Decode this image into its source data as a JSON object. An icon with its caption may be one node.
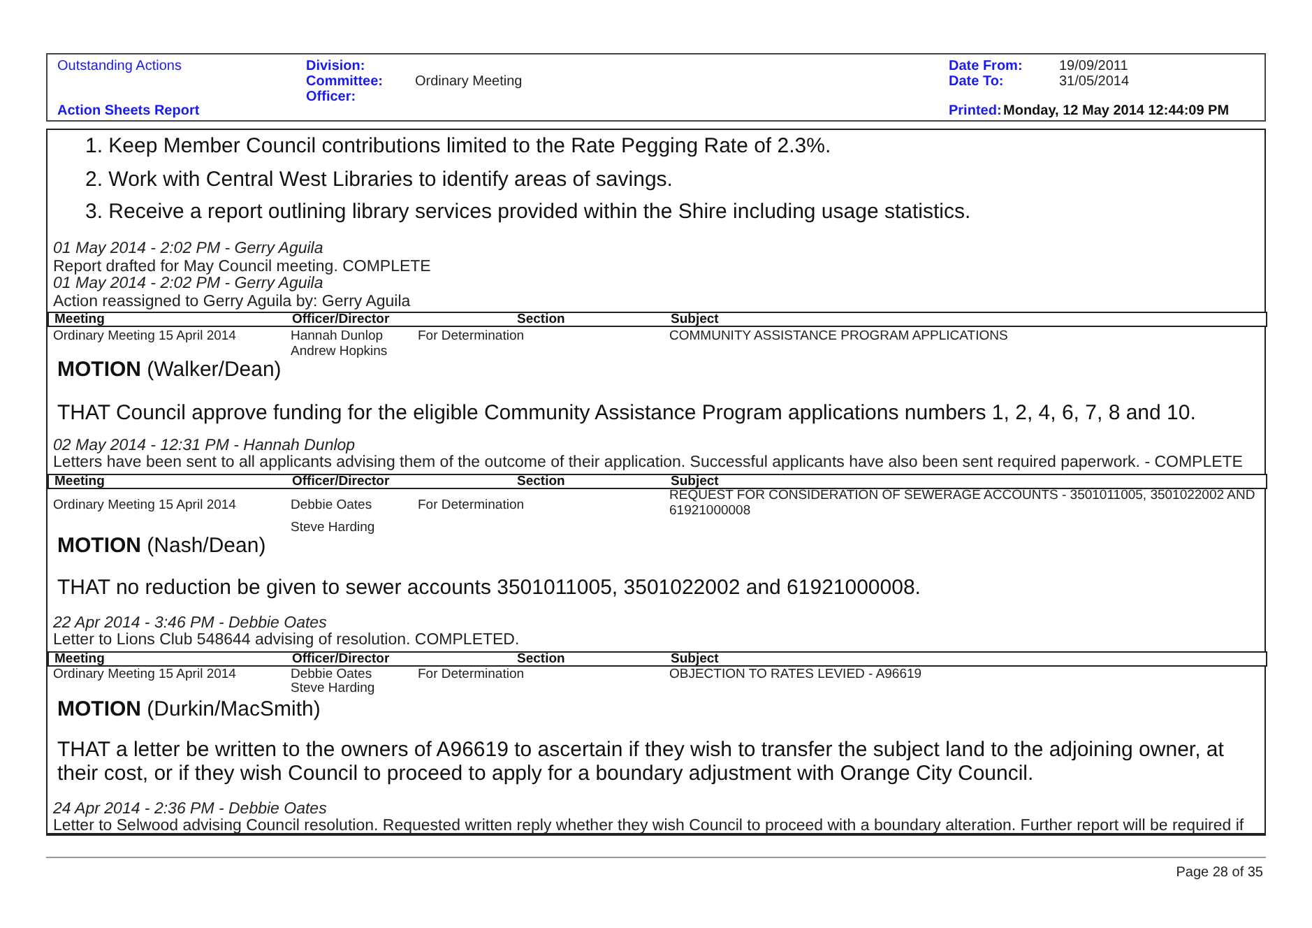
{
  "diagram": {
    "nodes": [
      {
        "text": [
          "Outstanding Actions",
          "Action Sheets Report",
          "Division:",
          "Committee:",
          "Ordinary Meeting",
          "Officer:",
          "Date From:",
          "19/09/2011",
          "Date To:",
          "31/05/2014",
          "Printed:",
          "Monday, 12 May 2014   12:44:09 PM"
        ]
      },
      {
        "text": [
          "1. Keep Member Council contributions limited to the Rate Pegging Rate of 2.3%.",
          "2. Work with Central West Libraries to identify areas of savings.",
          "3. Receive a report outlining library services provided within the Shire including usage statistics.",
          "01 May 2014 - 2:02 PM - Gerry Aguila",
          "Report drafted for May Council meeting.  COMPLETE",
          "01 May 2014 - 2:02 PM - Gerry Aguila",
          "Action reassigned to Gerry Aguila by: Gerry Aguila",
          "Ordinary Meeting 15 April 2014",
          "Hannah Dunlop",
          "Andrew Hopkins",
          "For Determination",
          "COMMUNITY ASSISTANCE PROGRAM APPLICATIONS",
          "**MOTION** (Walker/Dean)",
          "THAT Council approve funding for the eligible Community Assistance Program applications numbers 1, 2, 4, 6, 7, 8 and 10.",
          "02 May 2014 - 12:31 PM - Hannah Dunlop",
          "Letters have been sent to all applicants advising them of the outcome of their application. Successful applicants have also been sent required paperwork. - COMPLETE",
          "Ordinary Meeting 15 April 2014",
          "Debbie Oates",
          "Steve Harding",
          "For Determination",
          "REQUEST FOR CONSIDERATION OF SEWERAGE ACCOUNTS - 3501011005, 3501022002 AND 61921000008",
          "**MOTION** (Nash/Dean)",
          "THAT no reduction be given to sewer accounts 3501011005, 3501022002 and 61921000008.",
          "22 Apr 2014 - 3:46 PM - Debbie Oates",
          "Letter to Lions Club 548644 advising of resolution. COMPLETED.",
          "Ordinary Meeting 15 April 2014",
          "Debbie Oates",
          "Steve Harding",
          "For Determination",
          "OBJECTION TO RATES LEVIED - A96619",
          "**MOTION** (Durkin/MacSmith)",
          "THAT a letter be written to the owners of A96619 to ascertain if they wish to transfer the subject land to the adjoining owner, at their cost, or if they wish Council to proceed to apply for a boundary adjustment with Orange City Council.",
          "24 Apr 2014 - 2:36 PM - Debbie Oates",
          "Letter to Selwood advising Council resolution. Requested written reply whether they wish Council to proceed with a boundary alteration. Further report will be required if"
        ]
      },
      {
        "text": [
          "Meeting",
          "Officer/Director",
          "Section",
          "Subject"
        ],
        "in": 1
      },
      {
        "text": [
          "Meeting",
          "Officer/Director",
          "Section",
          "Subject"
        ],
        "in": 1
      },
      {
        "text": [
          "Meeting",
          "Officer/Director",
          "Section",
          "Subject"
        ],
        "in": 1
      }
    ],
    "labels": [
      "Page 28 of 35"
    ]
  }
}
